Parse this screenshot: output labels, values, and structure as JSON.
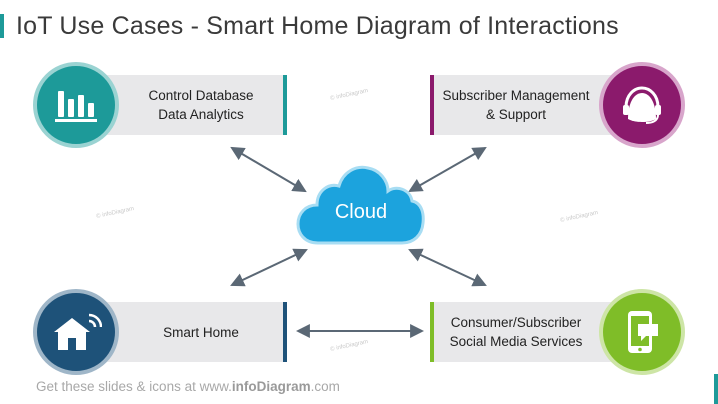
{
  "title": "IoT Use Cases - Smart Home Diagram of Interactions",
  "center": {
    "label": "Cloud"
  },
  "nodes": [
    {
      "id": "control-database",
      "label": "Control Database\nData Analytics",
      "icon": "bar-chart-icon",
      "color": "#1d9a99"
    },
    {
      "id": "subscriber-management",
      "label": "Subscriber Management\n& Support",
      "icon": "headset-agent-icon",
      "color": "#8b1a6c"
    },
    {
      "id": "smart-home",
      "label": "Smart Home",
      "icon": "wireless-home-icon",
      "color": "#1e5279"
    },
    {
      "id": "consumer-social",
      "label": "Consumer/Subscriber\nSocial Media Services",
      "icon": "smartphone-chat-icon",
      "color": "#7fbd28"
    }
  ],
  "connections": [
    {
      "from": "control-database",
      "to": "cloud"
    },
    {
      "from": "subscriber-management",
      "to": "cloud"
    },
    {
      "from": "smart-home",
      "to": "cloud"
    },
    {
      "from": "consumer-social",
      "to": "cloud"
    },
    {
      "from": "smart-home",
      "to": "consumer-social"
    }
  ],
  "watermark": "© infoDiagram",
  "footer": {
    "prefix": "Get these slides & icons at www.",
    "brand": "infoDiagram",
    "suffix": ".com"
  },
  "colors": {
    "cloud_fill": "#1ca3dd",
    "cloud_stroke": "#a8ddf3",
    "arrow": "#5b6875"
  }
}
